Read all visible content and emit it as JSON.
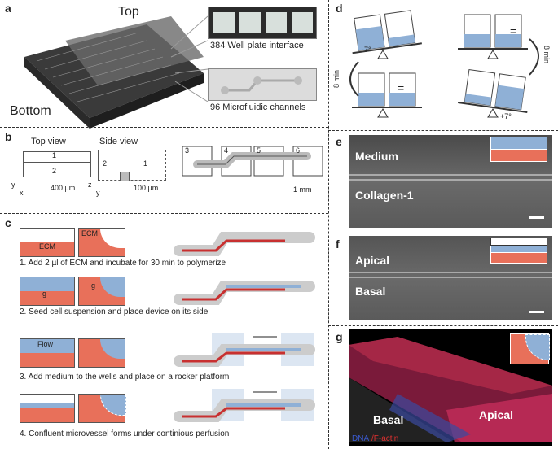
{
  "panels": {
    "a": {
      "letter": "a",
      "top": "Top",
      "bottom": "Bottom",
      "interface": "384  Well plate interface",
      "channels": "96 Microfluidic  channels"
    },
    "b": {
      "letter": "b",
      "top_view": "Top view",
      "side_view": "Side view",
      "n1": "1",
      "n2": "2",
      "n3": "3",
      "n4": "4",
      "n5": "5",
      "n6": "6",
      "scale1": "400 µm",
      "scale2": "100 µm",
      "scale3": "1 mm",
      "ax_x": "x",
      "ax_y": "y",
      "ax_z": "z"
    },
    "c": {
      "letter": "c",
      "ecm": "ECM",
      "g": "g",
      "flow": "Flow",
      "step1": "1. Add 2 µl of ECM and incubate for 30 min to polymerize",
      "step2": "2. Seed cell suspension and place device on its side",
      "step3": "3. Add medium to the wells and place on a rocker platform",
      "step4": "4. Confluent microvessel forms under continious perfusion"
    },
    "d": {
      "letter": "d",
      "time1": "8 min",
      "time2": "8 min",
      "angle1": "-7°",
      "angle2": "+7°",
      "eq": "="
    },
    "e": {
      "letter": "e",
      "medium": "Medium",
      "collagen": "Collagen-1"
    },
    "f": {
      "letter": "f",
      "apical": "Apical",
      "basal": "Basal"
    },
    "g": {
      "letter": "g",
      "basal": "Basal",
      "apical": "Apical",
      "dna": "DNA",
      "factin": "/F-actin"
    }
  },
  "colors": {
    "ecm": "#e8705a",
    "medium": "#8fb0d6",
    "tissue": "#c83030"
  }
}
